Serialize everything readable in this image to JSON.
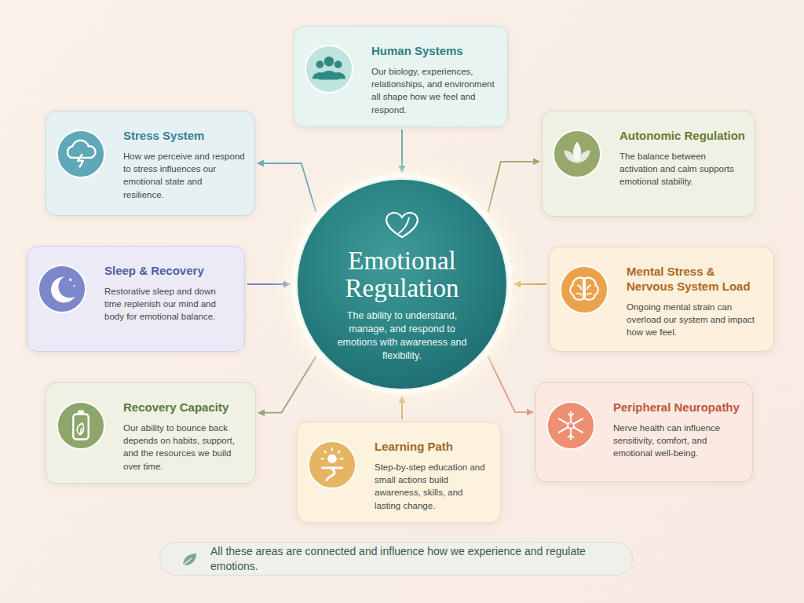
{
  "diagram": {
    "nodes": [
      {
        "text": [
          "Human Systems",
          "Our biology, experiences, relationships, and environment all shape how we feel and respond."
        ]
      },
      {
        "text": [
          "Stress System",
          "How we perceive and respond to stress influences our emotional state and resilience."
        ]
      },
      {
        "text": [
          "Autonomic Regulation",
          "The balance between activation and calm supports emotional stability."
        ]
      },
      {
        "text": [
          "Emotional Regulation",
          "The ability to understand, manage, and respond to emotions with awareness and flexibility."
        ]
      },
      {
        "text": [
          "Sleep & Recovery",
          "Restorative sleep and down time replenish our mind and body for emotional balance."
        ]
      },
      {
        "text": [
          "Mental Stress & Nervous System Load",
          "Ongoing mental strain can overload our system and impact how we feel."
        ]
      },
      {
        "text": [
          "Recovery Capacity",
          "Our ability to bounce back depends on habits, support, and the resources we build over time."
        ]
      },
      {
        "text": [
          "Peripheral Neuropathy",
          "Nerve health can influence sensitivity, comfort, and emotional well-being."
        ]
      },
      {
        "text": [
          "Learning Path",
          "Step-by-step education and small actions build awareness, skills, and lasting change."
        ]
      },
      {
        "text": [
          "All these areas are connected and influence how we experience and regulate emotions."
        ]
      }
    ],
    "edges": [
      {
        "from": 0,
        "to": 3,
        "arrow": "to"
      },
      {
        "from": 3,
        "to": 1,
        "arrow": "to"
      },
      {
        "from": 3,
        "to": 2,
        "arrow": "to"
      },
      {
        "from": 4,
        "to": 3,
        "arrow": "to"
      },
      {
        "from": 5,
        "to": 3,
        "arrow": "to"
      },
      {
        "from": 3,
        "to": 6,
        "arrow": "to"
      },
      {
        "from": 3,
        "to": 7,
        "arrow": "to"
      },
      {
        "from": 8,
        "to": 3,
        "arrow": "to"
      }
    ]
  }
}
